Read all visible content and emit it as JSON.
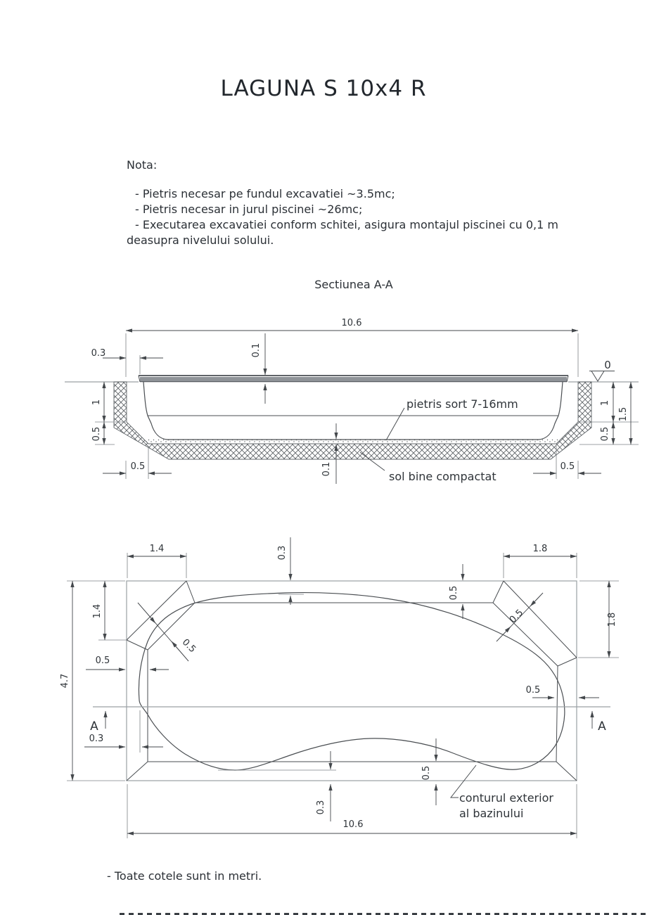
{
  "page": {
    "title": "LAGUNA S 10x4 R",
    "notes": {
      "heading": "Nota:",
      "lines": [
        "- Pietris necesar pe fundul excavatiei ~3.5mc;",
        "- Pietris necesar in jurul piscinei ~26mc;",
        "- Executarea excavatiei conform schitei, asigura montajul piscinei cu 0,1 m",
        "deasupra nivelului solului."
      ]
    },
    "footer": "- Toate cotele sunt in metri."
  },
  "section": {
    "title": "Sectiunea A-A",
    "datum": "0",
    "callouts": {
      "gravel": "pietris sort 7-16mm",
      "soil": "sol bine compactat"
    },
    "dims": {
      "overall_width": "10.6",
      "wall_to_pool_gap": "0.3",
      "lip_above_ground": "0.1",
      "left_wall_depth": "1",
      "left_slope_drop": "0.5",
      "right_wall_depth": "1",
      "right_slope_drop": "0.5",
      "total_depth": "1.5",
      "bottom_left_offset": "0.5",
      "bottom_right_offset": "0.5",
      "gravel_layer": "0.1"
    }
  },
  "plan": {
    "section_marker": "A",
    "callout": {
      "line1": "conturul exterior",
      "line2": "al bazinului"
    },
    "dims": {
      "overall_width": "10.6",
      "overall_height": "4.7",
      "corner_left_width": "1.4",
      "corner_left_height": "1.4",
      "corner_right_width": "1.8",
      "corner_right_height": "1.8",
      "corner_left_band": "0.5",
      "corner_right_band": "0.5",
      "top_slope": "0.5",
      "left_slope": "0.5",
      "right_slope": "0.5",
      "top_gap": "0.3",
      "left_gap": "0.3",
      "bottom_gap": "0.3",
      "bottom_slope": "0.5"
    }
  }
}
